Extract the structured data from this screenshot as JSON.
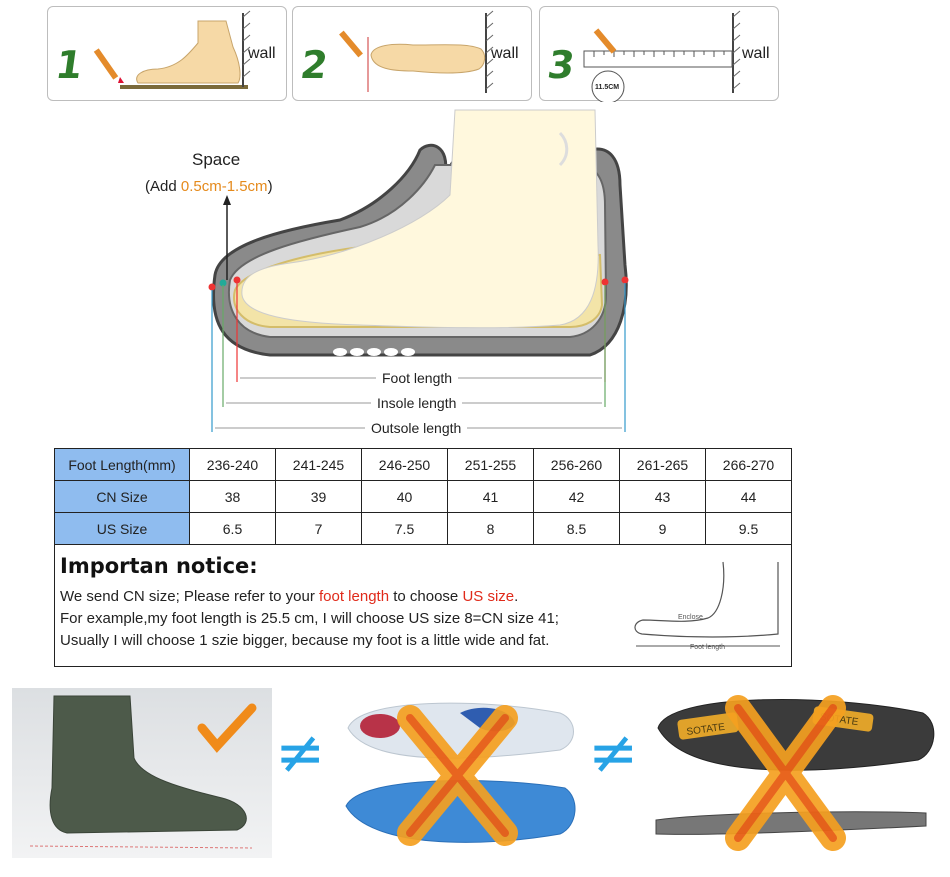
{
  "steps": [
    {
      "number": "1",
      "wall": "wall"
    },
    {
      "number": "2",
      "wall": "wall"
    },
    {
      "number": "3",
      "wall": "wall",
      "measure_label": "11.5CM"
    }
  ],
  "diagram": {
    "space_label": "Space",
    "add_prefix": "(Add ",
    "add_value": "0.5cm-1.5cm",
    "add_suffix": ")",
    "foot_length": "Foot length",
    "insole_length": "Insole length",
    "outsole_length": "Outsole length"
  },
  "size_table": {
    "rows": [
      {
        "header": "Foot Length(mm)",
        "cells": [
          "236-240",
          "241-245",
          "246-250",
          "251-255",
          "256-260",
          "261-265",
          "266-270"
        ]
      },
      {
        "header": "CN Size",
        "cells": [
          "38",
          "39",
          "40",
          "41",
          "42",
          "43",
          "44"
        ]
      },
      {
        "header": "US Size",
        "cells": [
          "6.5",
          "7",
          "7.5",
          "8",
          "8.5",
          "9",
          "9.5"
        ]
      }
    ]
  },
  "notice": {
    "title": "Importan notice:",
    "line1_a": "We send CN size; Please refer to your ",
    "line1_b": "foot length",
    "line1_c": " to choose ",
    "line1_d": "US size",
    "line1_e": ".",
    "line2": "For example,my foot length is 25.5 cm, I will choose US size 8=CN size 41;",
    "line3": "Usually I will choose 1 szie bigger, because my foot is a little wide and fat.",
    "sketch_enclose": "Enclose",
    "sketch_foot_length": "Foot length"
  },
  "bottom": {
    "neq1": "≠",
    "neq2": "≠",
    "insole_brand": "SOTATE",
    "outsole_brand": "SOTATE"
  },
  "colors": {
    "accent_orange": "#e58a1c",
    "notice_red": "#e02a1a",
    "table_header": "#8fbcef",
    "neq_blue": "#27a3e6",
    "step_green": "#2f7d2c"
  }
}
